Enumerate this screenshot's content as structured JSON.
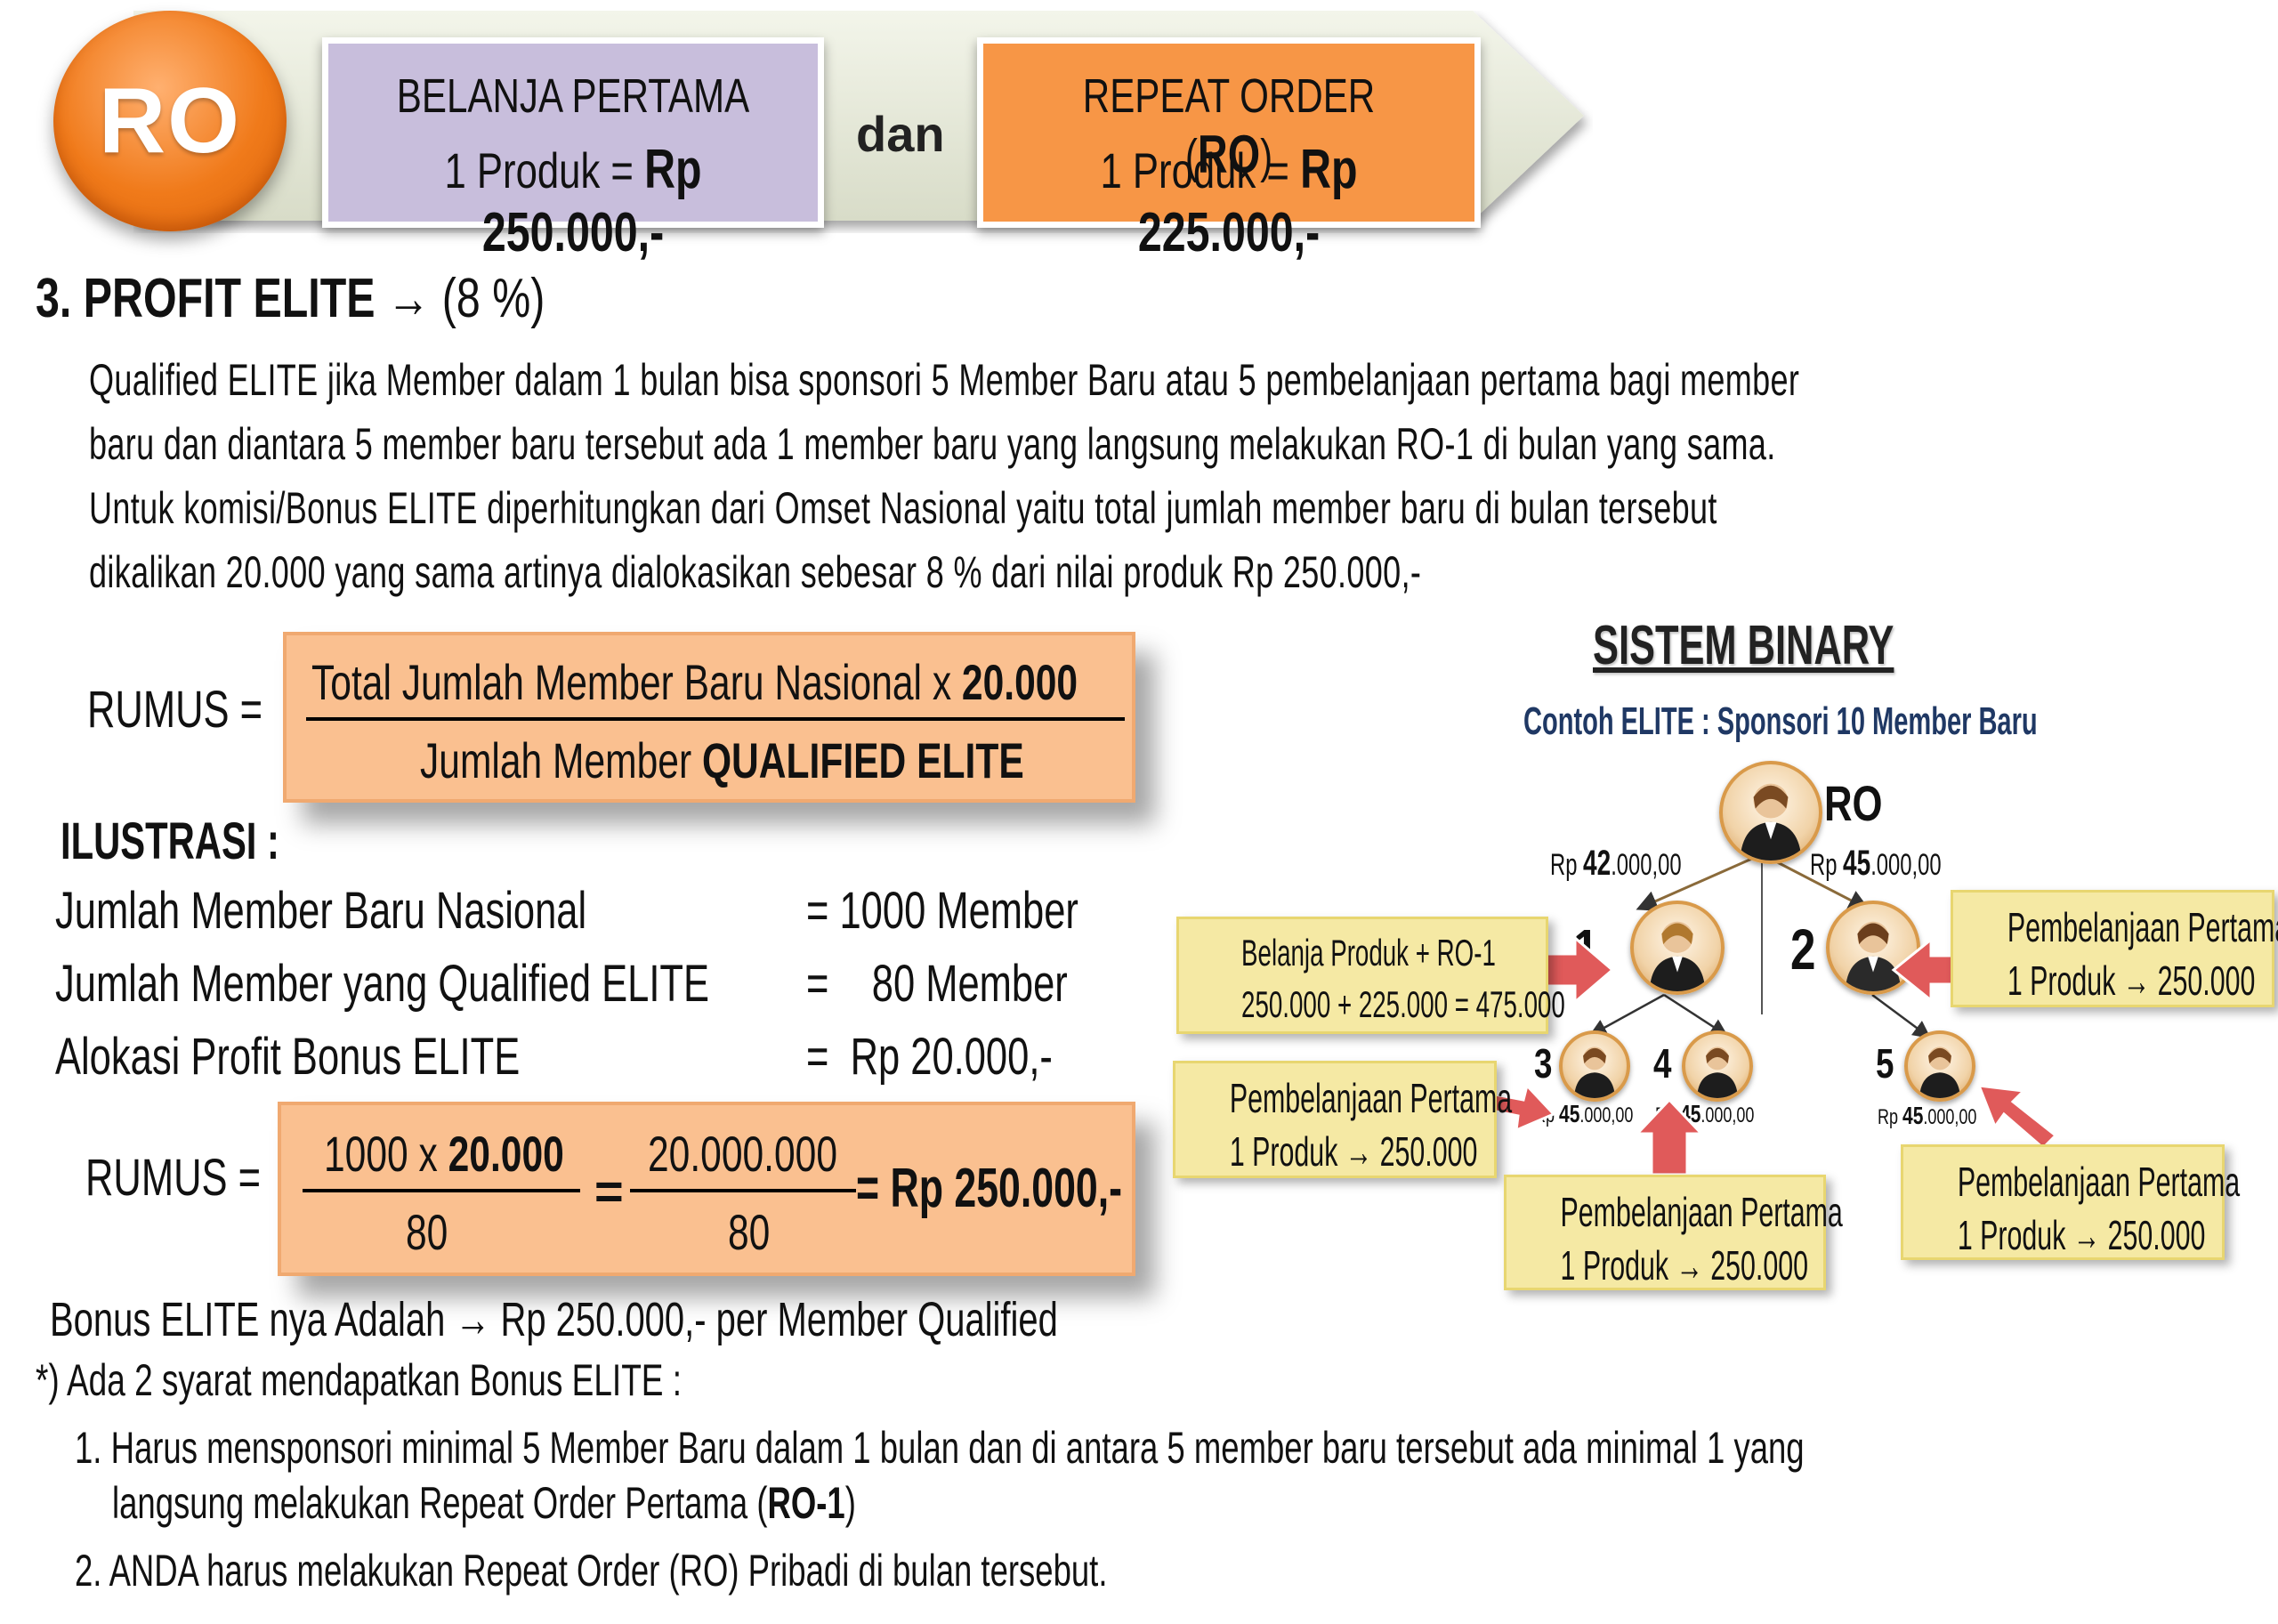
{
  "banner": {
    "logo": "RO",
    "box1_line1": "BELANJA PERTAMA",
    "box1_line2_a": "1 Produk = ",
    "box1_line2_b": "Rp 250.000,-",
    "connector": "dan",
    "box2_line1_a": "REPEAT ORDER (",
    "box2_line1_b": "RO",
    "box2_line1_c": ")",
    "box2_line2_a": "1 Produk = ",
    "box2_line2_b": "Rp 225.000,-",
    "colors": {
      "logo": "#f07a1a",
      "box1": "#c8bedc",
      "box2": "#f79646",
      "arrow": "#e8ecdc"
    }
  },
  "section": {
    "heading_a": "3. PROFIT  ELITE",
    "heading_arrow": "→",
    "heading_b": "(8 %)",
    "para": [
      "Qualified ELITE jika Member dalam 1 bulan bisa sponsori 5 Member Baru atau 5 pembelanjaan pertama bagi member",
      "baru dan diantara 5 member baru tersebut ada 1 member baru yang langsung melakukan RO-1 di bulan yang sama.",
      "Untuk komisi/Bonus ELITE diperhitungkan dari Omset Nasional yaitu total jumlah member baru di bulan tersebut",
      "dikalikan 20.000 yang sama artinya dialokasikan sebesar 8 % dari nilai produk Rp 250.000,-"
    ]
  },
  "rumus1": {
    "label": "RUMUS =",
    "numerator_a": "Total Jumlah Member Baru Nasional x ",
    "numerator_b": "20.000",
    "denominator_a": "Jumlah Member ",
    "denominator_b": "QUALIFIED ELITE",
    "box_color": "#fac090"
  },
  "ilustrasi": {
    "title": "ILUSTRASI :",
    "rows": [
      {
        "label": "Jumlah Member Baru Nasional",
        "value": "= 1000 Member"
      },
      {
        "label": "Jumlah Member yang Qualified ELITE",
        "value": "=    80 Member"
      },
      {
        "label": "Alokasi Profit Bonus ELITE",
        "value": "=  Rp 20.000,-"
      }
    ]
  },
  "rumus2": {
    "label": "RUMUS =",
    "f1_num_a": "1000 x ",
    "f1_num_b": "20.000",
    "f1_den": "80",
    "eq": "=",
    "f2_num": "20.000.000",
    "f2_den": "80",
    "result": "= Rp 250.000,-"
  },
  "notes": {
    "bonus_a": "Bonus ELITE nya Adalah",
    "bonus_arrow": "→",
    "bonus_b": "Rp 250.000,- per Member Qualified",
    "syarat": "*) Ada 2 syarat mendapatkan Bonus ELITE :",
    "item1_a": "1. Harus mensponsori minimal 5 Member Baru dalam 1 bulan dan di antara 5 member baru tersebut ada  minimal 1 yang",
    "item1_b": "langsung melakukan Repeat Order Pertama (",
    "item1_c": "RO-1",
    "item1_d": ")",
    "item2": "2. ANDA harus melakukan Repeat Order (RO) Pribadi di bulan tersebut."
  },
  "diagram": {
    "title": "SISTEM BINARY",
    "subtitle": "Contoh ELITE : Sponsori 10 Member Baru",
    "root_label": "RO",
    "root_left_a": "Rp ",
    "root_left_b": "42",
    "root_left_c": ".000,00",
    "root_right_a": "Rp ",
    "root_right_b": "45",
    "root_right_c": ".000,00",
    "nodes": [
      {
        "num": "1"
      },
      {
        "num": "2"
      },
      {
        "num": "3",
        "rp_a": "Rp ",
        "rp_b": "45",
        "rp_c": ".000,00"
      },
      {
        "num": "4",
        "rp_a": "Rp ",
        "rp_b": "45",
        "rp_c": ".000,00"
      },
      {
        "num": "5",
        "rp_a": "Rp ",
        "rp_b": "45",
        "rp_c": ".000,00"
      }
    ],
    "callouts": {
      "belanja_line1": "Belanja Produk + RO-1",
      "belanja_line2": "250.000 + 225.000 = 475.000",
      "pp_line1": "Pembelanjaan Pertama",
      "pp_line2": "1 Produk → 250.000"
    },
    "colors": {
      "callout": "#f5e9a4",
      "pointer": "#e05a5a",
      "title": "#1f3864"
    }
  }
}
